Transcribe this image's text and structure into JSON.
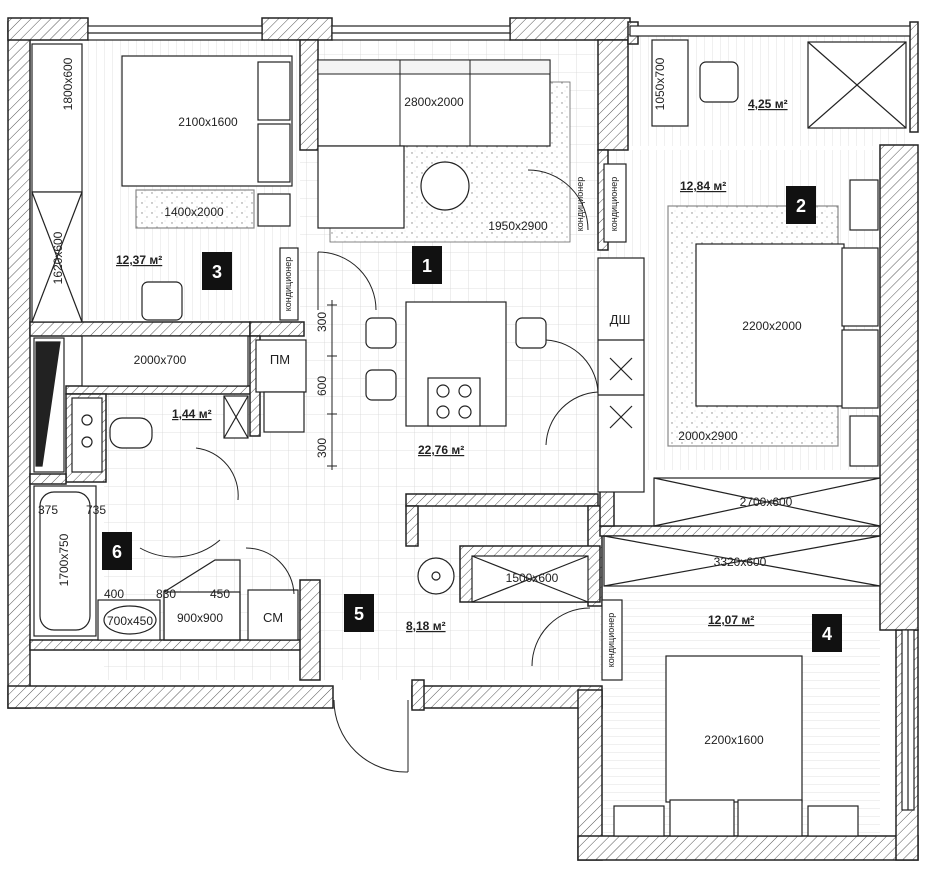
{
  "rooms": {
    "room1": {
      "number": "1",
      "area": "22,76 м²"
    },
    "room2": {
      "number": "2",
      "area": "12,84 м²"
    },
    "room3": {
      "number": "3",
      "area": "12,37 м²"
    },
    "room4": {
      "number": "4",
      "area": "12,07 м²"
    },
    "room5": {
      "number": "5",
      "area": "8,18 м²"
    },
    "room6": {
      "number": "6"
    },
    "wc": {
      "area": "1,44 м²"
    },
    "balcony": {
      "area": "4,25 м²"
    }
  },
  "furniture": {
    "sofa": "2800x2000",
    "rug_living": "1950x2900",
    "bed_room3": "2100x1600",
    "rug_room3": "1400x2000",
    "wardrobe_room3_top": "1800x600",
    "wardrobe_room3_bottom": "1620x600",
    "wardrobe_room3_hall": "2000x700",
    "bed_room2": "2200x2000",
    "rug_room2": "2000x2900",
    "wardrobe_room2": "2700x600",
    "bed_room4": "2200x1600",
    "wardrobe_room4": "3320x600",
    "wardrobe_hall": "1500x600",
    "bath": "1700x750",
    "sink_bath": "700x450",
    "shower": "900x900",
    "balcony_table": "1050x700"
  },
  "labels": {
    "ac": "кондиционер",
    "dishwasher": "ДШ",
    "washer_pm": "ПМ",
    "washer_sm": "СМ"
  },
  "dims": {
    "kitchen_300a": "300",
    "kitchen_600": "600",
    "kitchen_300b": "300",
    "bath_375": "375",
    "bath_735": "735",
    "bath_400": "400",
    "bath_830": "830",
    "bath_450": "450"
  },
  "colors": {
    "wall": "#ffffff",
    "hatch": "#555555",
    "badge": "#111111",
    "line": "#222222"
  }
}
